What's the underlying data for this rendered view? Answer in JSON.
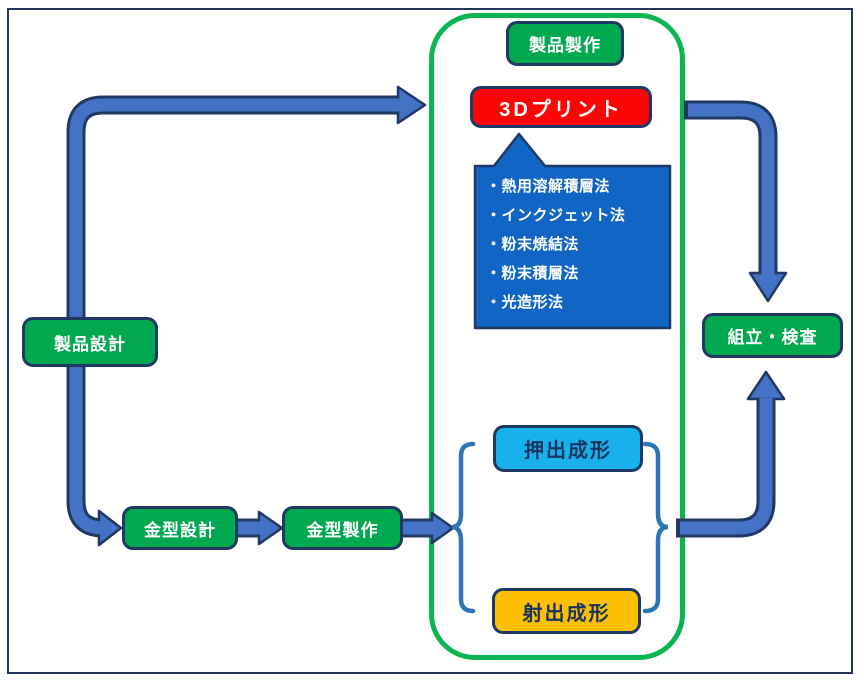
{
  "diagram": {
    "title_hint": "manufacturing process flow",
    "nodes": {
      "product_design": "製品設計",
      "mold_design": "金型設計",
      "mold_making": "金型製作",
      "product_making": "製品製作",
      "print_3d": "3Dプリント",
      "extrusion": "押出成形",
      "injection": "射出成形",
      "assembly": "組立・検査"
    },
    "callout": {
      "items": [
        "・熱用溶解積層法",
        "・インクジェット法",
        "・粉末焼結法",
        "・粉末積層法",
        "・光造形法"
      ]
    },
    "colors": {
      "node_green": "#00A94F",
      "container_green": "#0BB652",
      "node_red": "#FE0505",
      "node_cyan": "#19B1EC",
      "node_gold": "#FFC003",
      "callout_blue": "#1166C5",
      "arrow_fill": "#4472C4",
      "outline_navy": "#1F3864",
      "brace_blue": "#2E75B6",
      "frame_navy": "#24365E",
      "text_dark": "#17355E"
    }
  }
}
